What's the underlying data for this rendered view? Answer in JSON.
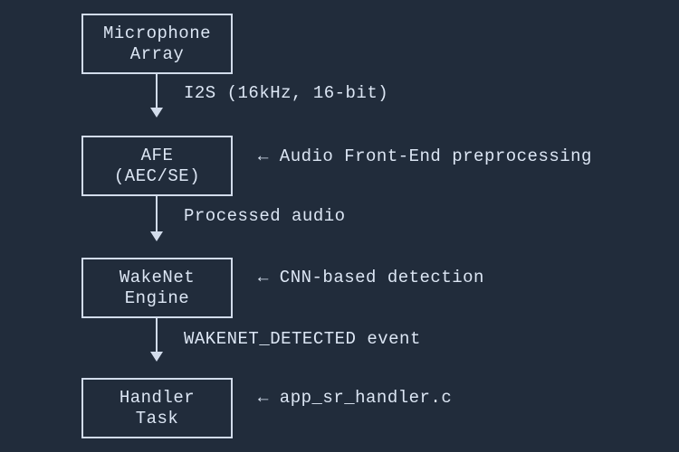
{
  "colors": {
    "background": "#212c3b",
    "text": "#dce6f4",
    "box_border": "#d2dceb"
  },
  "diagram": {
    "title": "audio wake-word pipeline flowchart",
    "nodes": [
      {
        "id": "microphone-array",
        "line1": "Microphone",
        "line2": "Array"
      },
      {
        "id": "afe",
        "line1": "AFE",
        "line2": "(AEC/SE)",
        "annotation": "← Audio Front-End preprocessing"
      },
      {
        "id": "wakenet-engine",
        "line1": "WakeNet",
        "line2": "Engine",
        "annotation": "← CNN-based detection"
      },
      {
        "id": "handler-task",
        "line1": "Handler",
        "line2": "Task",
        "annotation": "← app_sr_handler.c"
      }
    ],
    "edges": [
      {
        "label": "I2S (16kHz, 16-bit)"
      },
      {
        "label": "Processed audio"
      },
      {
        "label": "WAKENET_DETECTED event"
      }
    ]
  }
}
